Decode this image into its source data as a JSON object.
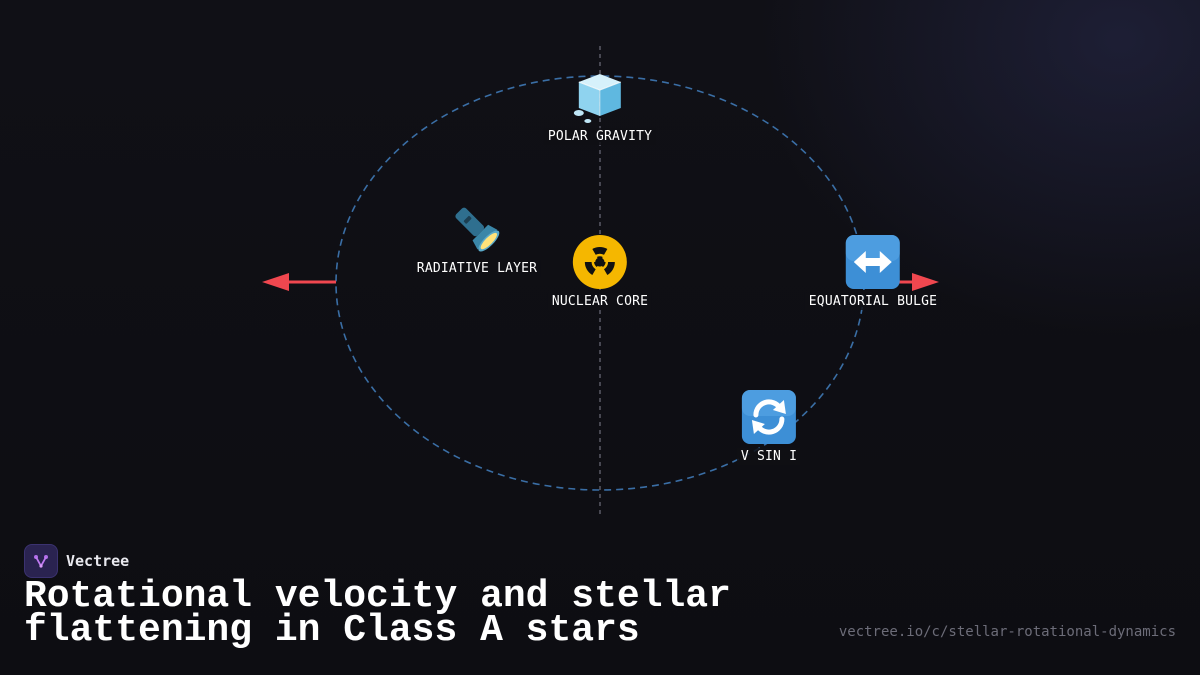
{
  "diagram": {
    "nodes": {
      "polar_gravity": {
        "label": "POLAR GRAVITY",
        "icon": "ice-cube-icon"
      },
      "radiative_layer": {
        "label": "RADIATIVE LAYER",
        "icon": "flashlight-icon"
      },
      "nuclear_core": {
        "label": "NUCLEAR CORE",
        "icon": "radioactive-icon"
      },
      "equatorial_bulge": {
        "label": "EQUATORIAL BULGE",
        "icon": "left-right-arrow-icon"
      },
      "v_sin_i": {
        "label": "V SIN I",
        "icon": "counterclockwise-arrows-icon"
      }
    },
    "colors": {
      "orbit": "#3a6ea5",
      "axis": "#5a5a66",
      "arrows": "#f0474f"
    }
  },
  "brand": {
    "name": "Vectree",
    "logo_color": "#2a2350"
  },
  "title": "Rotational velocity and stellar flattening in Class A stars",
  "url": "vectree.io/c/stellar-rotational-dynamics"
}
